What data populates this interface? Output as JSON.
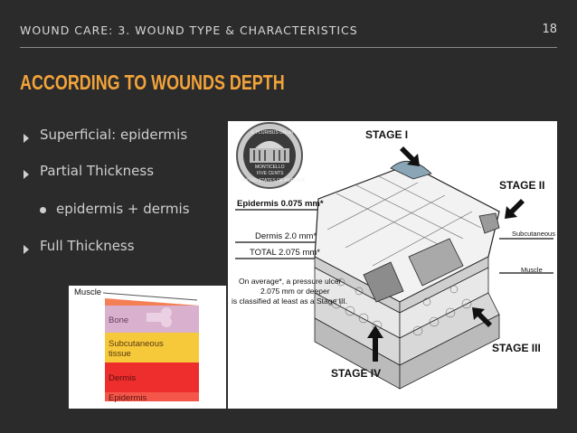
{
  "header": {
    "section": "WOUND CARE: 3. WOUND TYPE & CHARACTERISTICS",
    "page_number": "18"
  },
  "title": "ACCORDING TO WOUNDS DEPTH",
  "bullets": [
    {
      "text": "Superficial: epidermis"
    },
    {
      "text": "Partial Thickness"
    },
    {
      "text": "epidermis + dermis"
    },
    {
      "text": "Full Thickness"
    }
  ],
  "layers_diagram": {
    "muscle": "Muscle",
    "bone": "Bone",
    "subcutaneous_1": "Subcutaneous",
    "subcutaneous_2": "tissue",
    "dermis": "Dermis",
    "epidermis": "Epidermis",
    "colors": {
      "muscle": "#e8472a",
      "bone": "#d9a8c8",
      "subcutaneous": "#f6c93b",
      "dermis": "#ee2d2d",
      "epidermis": "#f4574a"
    }
  },
  "stages_diagram": {
    "coin": {
      "top": "E PLURIBUS UNUM",
      "building": "MONTICELLO",
      "line1": "FIVE CENTS",
      "bottom": "UNITED STATES OF AMERICA"
    },
    "stage1": "STAGE I",
    "stage2": "STAGE II",
    "stage3": "STAGE III",
    "stage4": "STAGE IV",
    "epidermis_measure": "Epidermis 0.075 mm*",
    "dermis_measure": "Dermis 2.0 mm*",
    "total_measure": "TOTAL 2.075 mm*",
    "note_1": "On average*, a pressure ulcer",
    "note_2": "2.075 mm or deeper",
    "note_3": "is classified at least as a Stage III.",
    "subcutaneous": "Subcutaneous",
    "muscle": "Muscle"
  }
}
